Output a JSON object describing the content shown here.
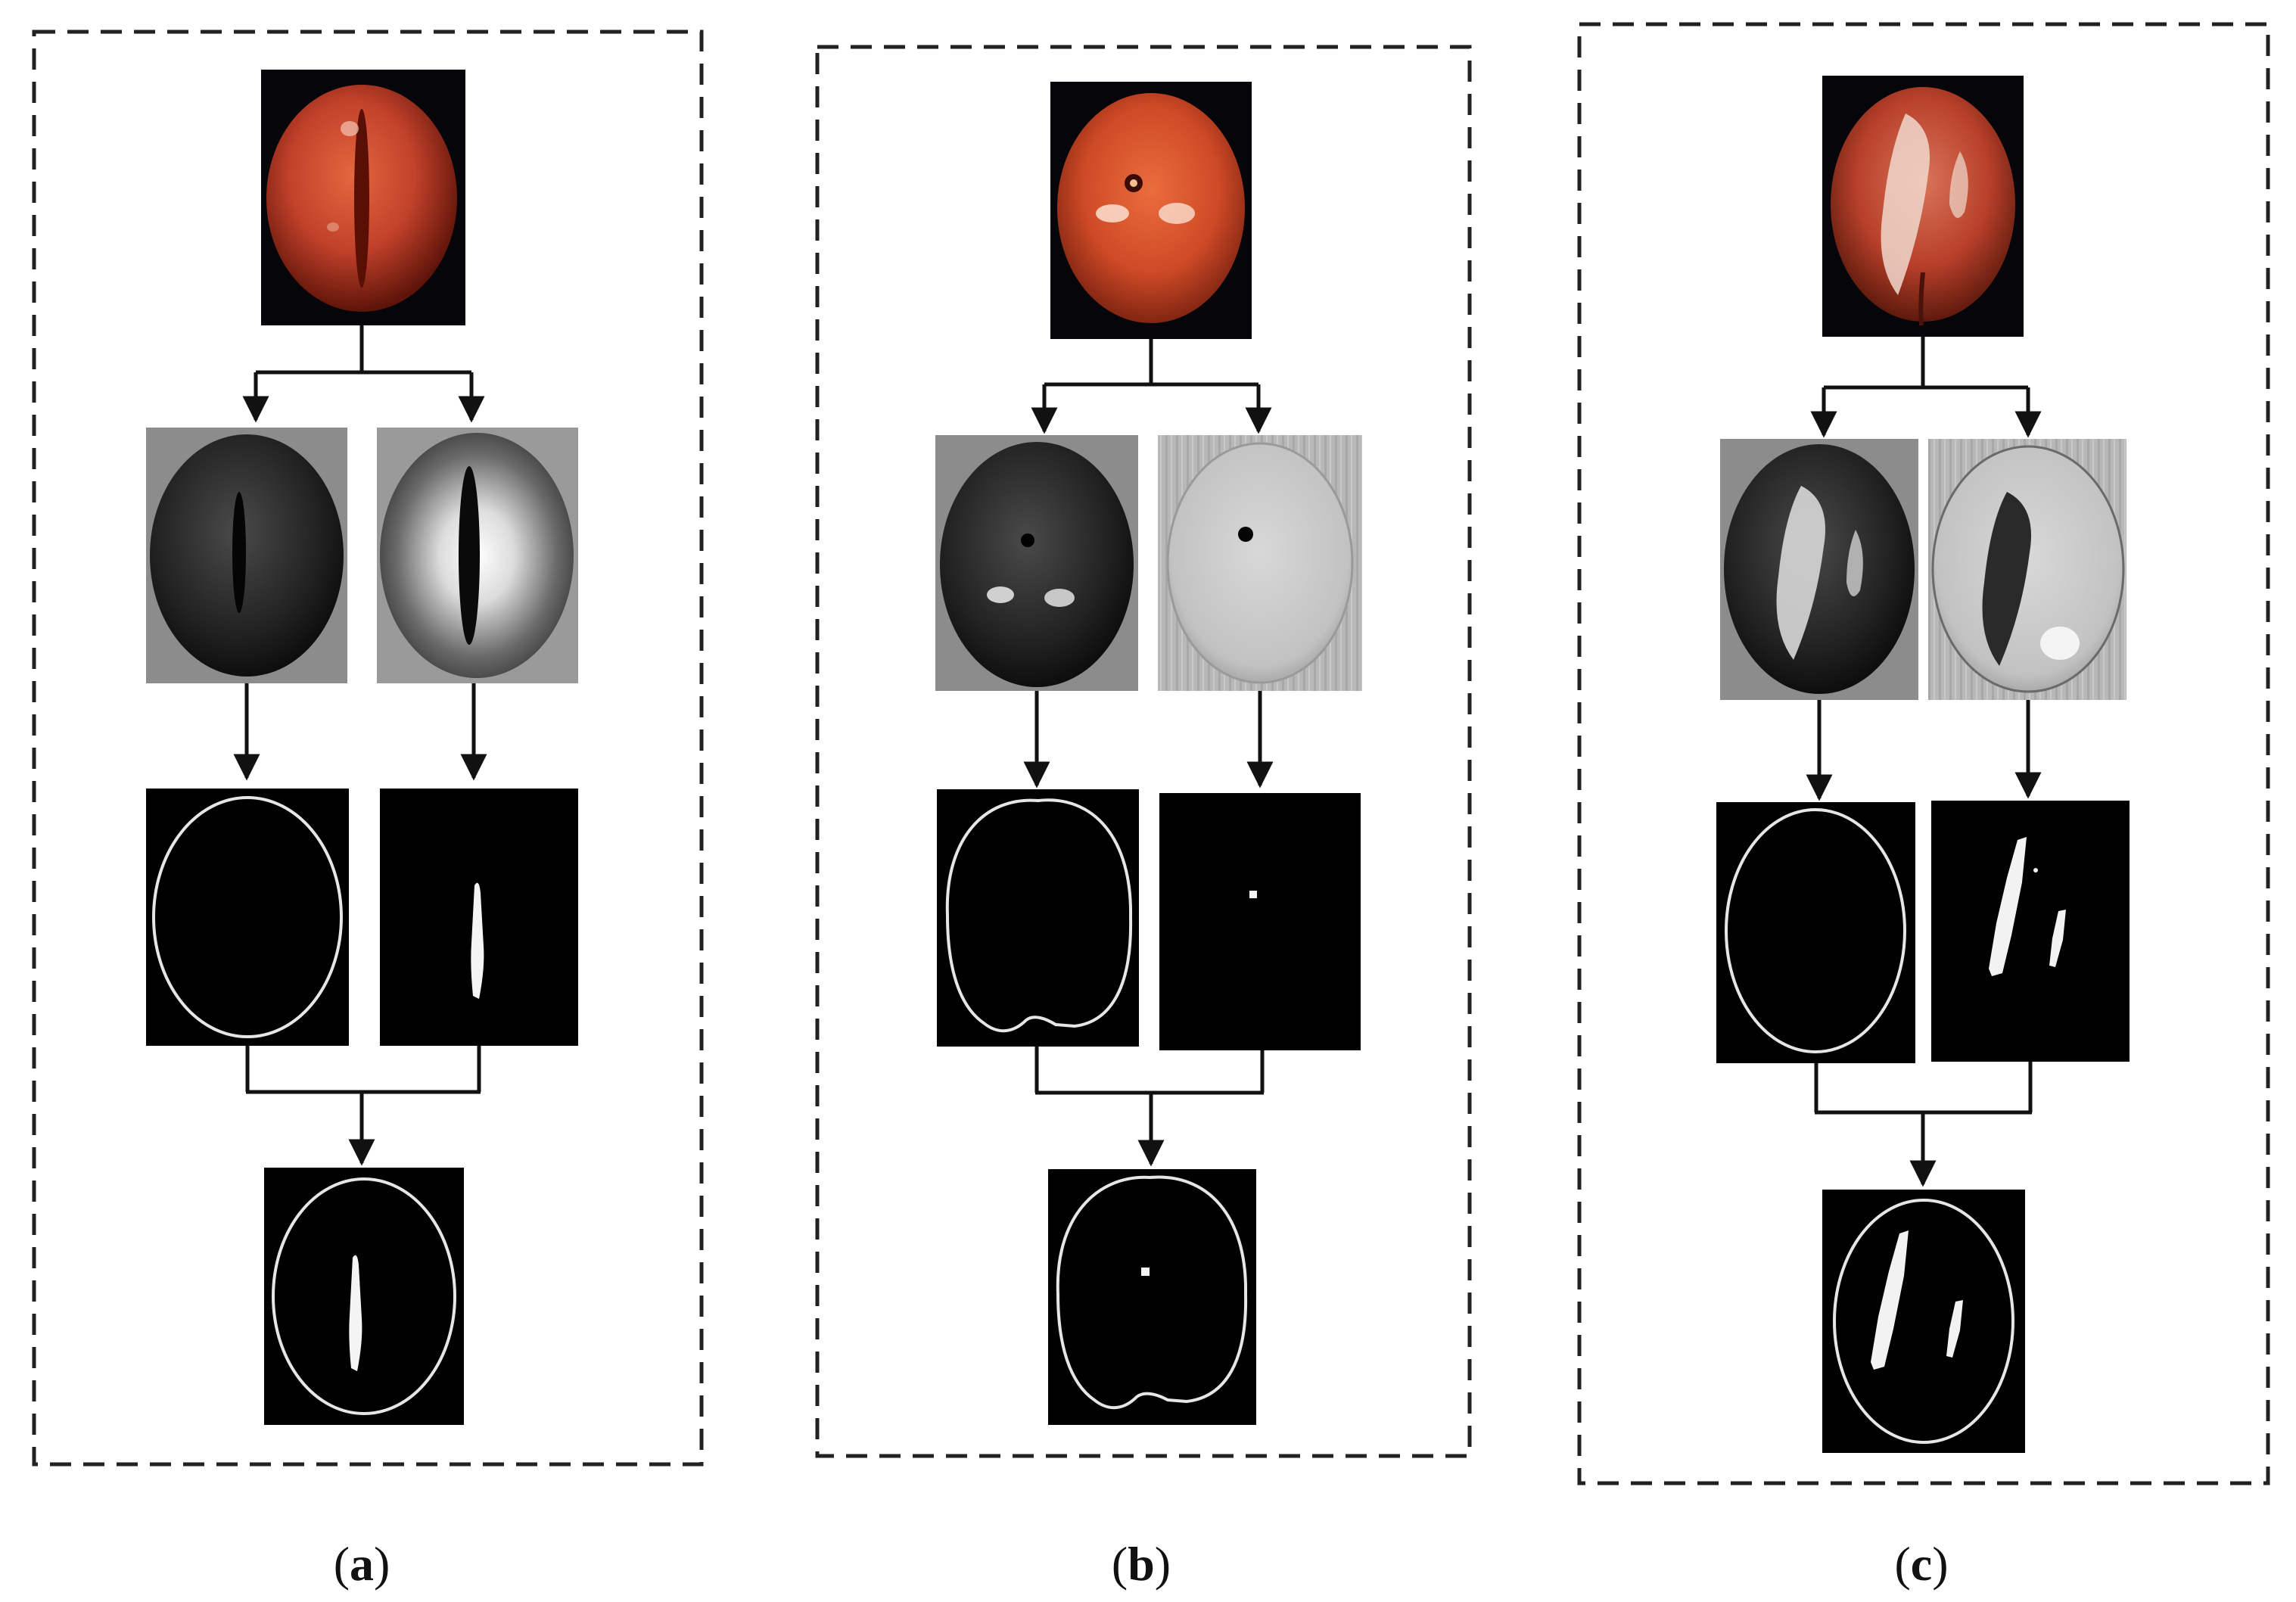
{
  "panels": [
    {
      "id": "a",
      "label_open": "(",
      "label_letter": "a",
      "label_close": ")",
      "defect": "crack",
      "gray_left": "dark-fruit-crack",
      "gray_right": "bright-halo-crack",
      "mask_right": "vertical-crack-blob"
    },
    {
      "id": "b",
      "label_open": "(",
      "label_letter": "b",
      "label_close": ")",
      "defect": "puncture",
      "gray_left": "dark-fruit-spot",
      "gray_right": "light-fruit-dot",
      "mask_right": "single-dot"
    },
    {
      "id": "c",
      "label_open": "(",
      "label_letter": "c",
      "label_close": ")",
      "defect": "blemish",
      "gray_left": "dark-fruit-blemish",
      "gray_right": "light-fruit-blemish",
      "mask_right": "speckled-streaks"
    }
  ],
  "colors": {
    "fruit_red": "#c2412a",
    "fruit_dark": "#5e1409",
    "background": "#ffffff",
    "mask_bg": "#000000",
    "outline": "#e6e6e6",
    "frame": "#222222",
    "arrow": "#111111"
  }
}
